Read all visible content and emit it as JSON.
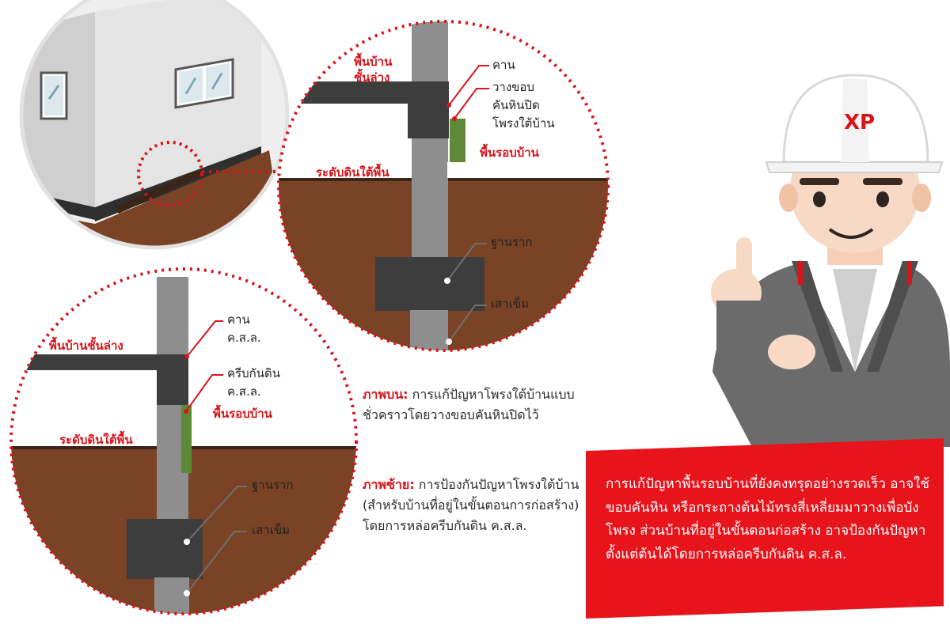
{
  "colors": {
    "accent_red": "#e8141c",
    "soil": "#7a4326",
    "concrete_dark": "#3d3d3d",
    "moss": "#5e8a38"
  },
  "top_detail": {
    "floor_label": "พื้นบ้าน\nชั้นล่าง",
    "beam": "คาน",
    "rock_line1": "วางขอบ",
    "rock_line2": "คันหินปิด",
    "rock_line3": "โพรงใต้บ้าน",
    "around_floor": "พื้นรอบบ้าน",
    "ground_level": "ระดับดินใต้พื้น",
    "footing": "ฐานราก",
    "pile": "เสาเข็ม"
  },
  "left_detail": {
    "beam_line1": "คาน",
    "beam_line2": "ค.ส.ล.",
    "floor_label": "พื้นบ้านชั้นล่าง",
    "curb_line1": "ครีบกันดิน",
    "curb_line2": "ค.ส.ล.",
    "around_floor": "พื้นรอบบ้าน",
    "ground_level": "ระดับดินใต้พื้น",
    "footing": "ฐานราก",
    "pile": "เสาเข็ม"
  },
  "description": {
    "top_title": "ภาพบน:",
    "top_text": " การแก้ปัญหาโพรงใต้บ้านแบบชั่วคราวโดยวางขอบคันหินปิดไว้",
    "left_title": "ภาพซ้าย:",
    "left_text": " การป้องกันปัญหาโพรงใต้บ้าน (สำหรับบ้านที่อยู่ในขั้นตอนการก่อสร้าง) โดยการหล่อครีบกันดิน ค.ส.ล."
  },
  "callout": {
    "text": "การแก้ปัญหาพื้นรอบบ้านที่ยังคงทรุดอย่างรวดเร็ว อาจใช้ขอบคันหิน หรือกระถางต้นไม้ทรงสี่เหลี่ยมมาวางเพื่อบังโพรง ส่วนบ้านที่อยู่ในขั้นตอนก่อสร้าง อาจป้องกันปัญหาตั้งแต่ต้นได้โดยการหล่อครีบกันดิน ค.ส.ล."
  },
  "helmet_logo": "XP"
}
